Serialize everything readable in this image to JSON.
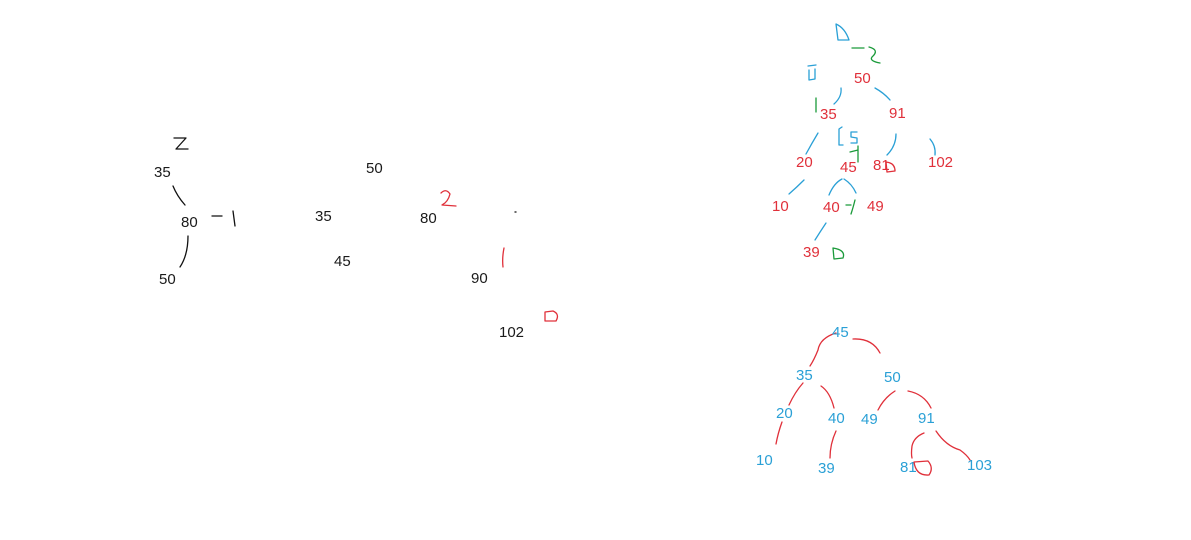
{
  "colors": {
    "node_black": "#1a1a1a",
    "node_red": "#e0303a",
    "node_blue": "#2aa0d6",
    "annotation_green": "#1a9a3a"
  },
  "tree_a": {
    "n35": "35",
    "n80": "80",
    "n50": "50"
  },
  "tree_b": {
    "n50": "50",
    "n35": "35",
    "n80": "80",
    "n45": "45",
    "n90": "90",
    "n102": "102"
  },
  "tree_c": {
    "n50": "50",
    "n35": "35",
    "n91": "91",
    "n20": "20",
    "n45": "45",
    "n81": "81",
    "n102": "102",
    "n10": "10",
    "n40": "40",
    "n49": "49",
    "n39": "39"
  },
  "tree_d": {
    "n45": "45",
    "n35": "35",
    "n50": "50",
    "n20": "20",
    "n40": "40",
    "n49": "49",
    "n91": "91",
    "n10": "10",
    "n39": "39",
    "n81": "81",
    "n103": "103"
  }
}
